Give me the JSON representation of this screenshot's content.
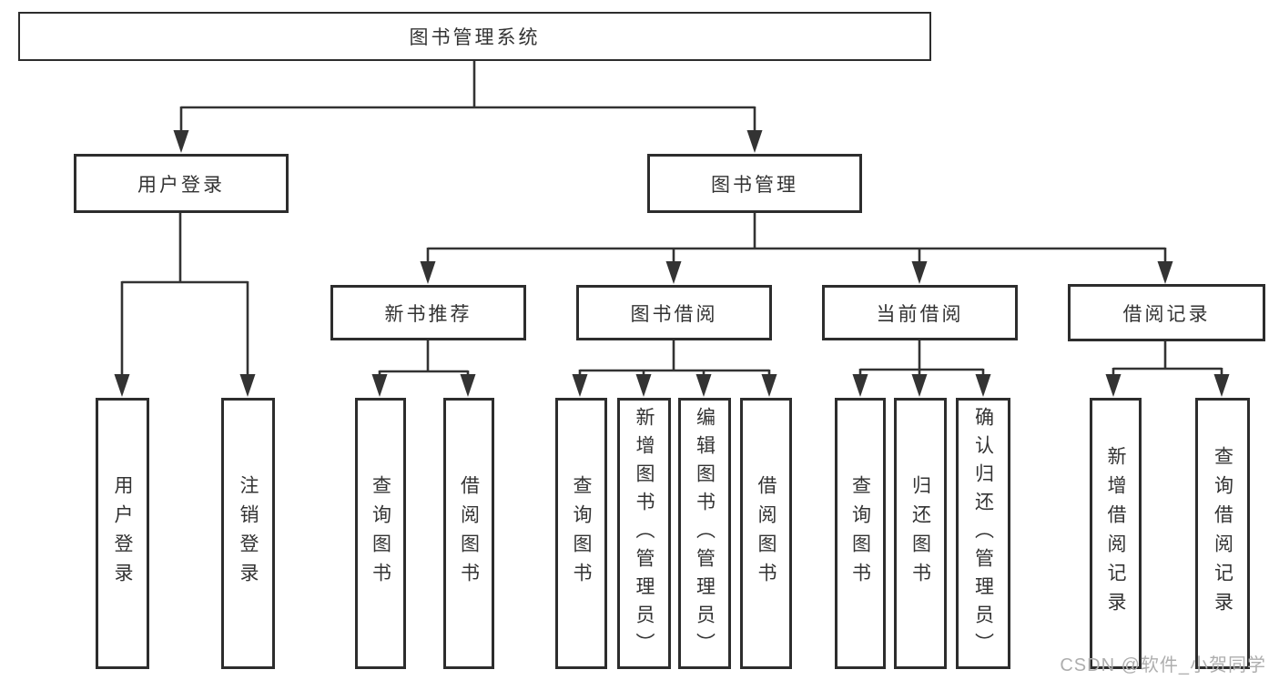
{
  "diagram": {
    "type": "tree",
    "root": {
      "label": "图书管理系统",
      "children": [
        {
          "label": "用户登录",
          "children": [
            {
              "label": "用户登录"
            },
            {
              "label": "注销登录"
            }
          ]
        },
        {
          "label": "图书管理",
          "children": [
            {
              "label": "新书推荐",
              "children": [
                {
                  "label": "查询图书"
                },
                {
                  "label": "借阅图书"
                }
              ]
            },
            {
              "label": "图书借阅",
              "children": [
                {
                  "label": "查询图书"
                },
                {
                  "label": "新增图书（管理员）"
                },
                {
                  "label": "编辑图书（管理员）"
                },
                {
                  "label": "借阅图书"
                }
              ]
            },
            {
              "label": "当前借阅",
              "children": [
                {
                  "label": "查询图书"
                },
                {
                  "label": "归还图书"
                },
                {
                  "label": "确认归还（管理员）"
                }
              ]
            },
            {
              "label": "借阅记录",
              "children": [
                {
                  "label": "新增借阅记录"
                },
                {
                  "label": "查询借阅记录"
                }
              ]
            }
          ]
        }
      ]
    }
  },
  "watermark": {
    "text": "CSDN @软件_小贺同学"
  },
  "colors": {
    "line": "#333333",
    "border": "#2d2d2d",
    "text": "#333333",
    "background": "#ffffff",
    "watermark": "#aeaeae"
  }
}
